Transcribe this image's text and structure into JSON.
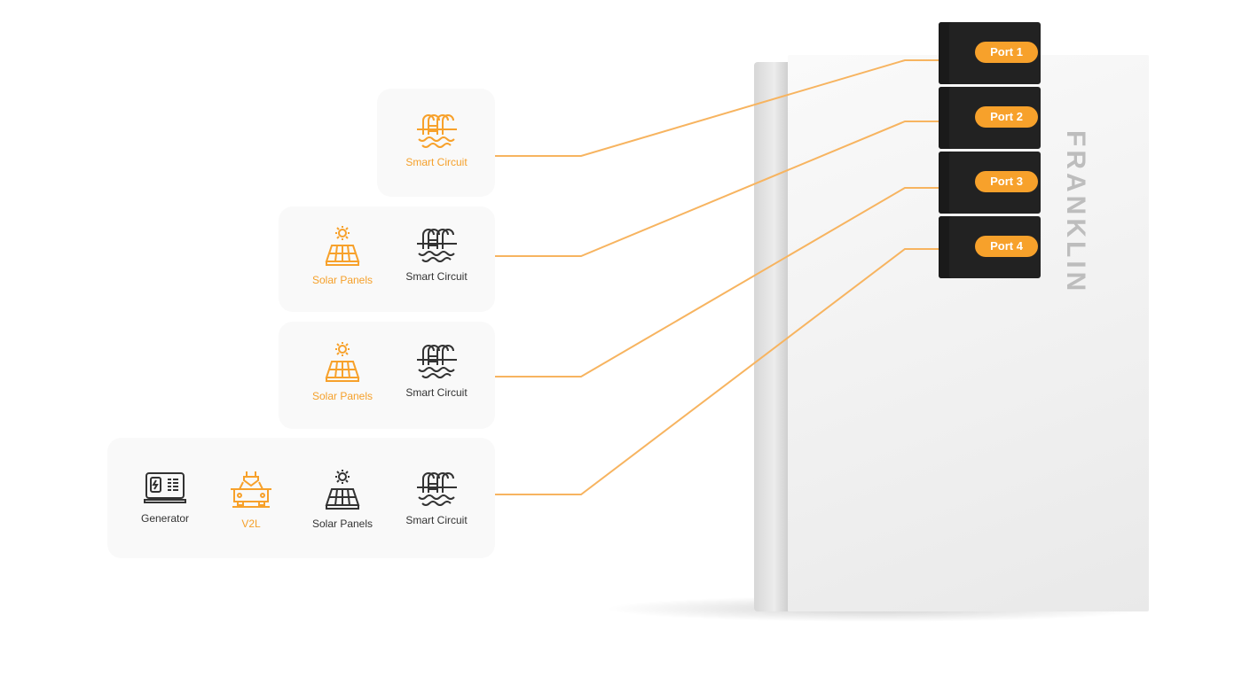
{
  "accent": "#f7a12b",
  "brand": "FRANKLIN",
  "ports": [
    {
      "label": "Port 1"
    },
    {
      "label": "Port 2"
    },
    {
      "label": "Port 3"
    },
    {
      "label": "Port 4"
    }
  ],
  "groups": [
    {
      "items": [
        {
          "label": "Smart Circuit",
          "icon": "pool-ladder-icon",
          "active": true
        }
      ]
    },
    {
      "items": [
        {
          "label": "Solar Panels",
          "icon": "solar-panel-icon",
          "active": true
        },
        {
          "label": "Smart Circuit",
          "icon": "pool-ladder-icon",
          "active": false
        }
      ]
    },
    {
      "items": [
        {
          "label": "Solar Panels",
          "icon": "solar-panel-icon",
          "active": true
        },
        {
          "label": "Smart Circuit",
          "icon": "pool-ladder-icon",
          "active": false
        }
      ]
    },
    {
      "items": [
        {
          "label": "Generator",
          "icon": "generator-icon",
          "active": false
        },
        {
          "label": "V2L",
          "icon": "car-plug-icon",
          "active": true
        },
        {
          "label": "Solar Panels",
          "icon": "solar-panel-icon",
          "active": false
        },
        {
          "label": "Smart Circuit",
          "icon": "pool-ladder-icon",
          "active": false
        }
      ]
    }
  ]
}
